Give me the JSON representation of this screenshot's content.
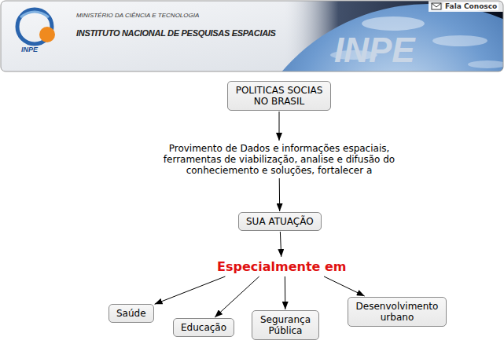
{
  "diagram": {
    "nodes": [
      {
        "text": [
          "POLITICAS SOCIAS NO BRASIL"
        ]
      },
      {
        "text": [
          "Provimento de Dados e informações espaciais, ferramentas de viabilização, analise e difusão do conheciemento e soluções, fortalecer a"
        ]
      },
      {
        "text": [
          "SUA ATUAÇÃO"
        ]
      },
      {
        "text": [
          "Especialmente em"
        ]
      },
      {
        "text": [
          "Saúde"
        ]
      },
      {
        "text": [
          "Educação"
        ]
      },
      {
        "text": [
          "Segurança Pública"
        ]
      },
      {
        "text": [
          "Desenvolvimento urbano"
        ]
      }
    ],
    "edges": [
      {
        "from": 0,
        "to": 1,
        "arrow": "to"
      },
      {
        "from": 1,
        "to": 2,
        "arrow": "to"
      },
      {
        "from": 2,
        "to": 3,
        "arrow": "to"
      },
      {
        "from": 3,
        "to": 4,
        "arrow": "to"
      },
      {
        "from": 3,
        "to": 5,
        "arrow": "to"
      },
      {
        "from": 3,
        "to": 6,
        "arrow": "to"
      },
      {
        "from": 3,
        "to": 7,
        "arrow": "to"
      }
    ],
    "labels": [
      "MINISTÉRIO DA CIÊNCIA E TECNOLOGIA",
      "INSTITUTO NACIONAL DE PESQUISAS ESPACIAIS",
      "INPE",
      "INPE",
      "Fala Conosco"
    ]
  }
}
